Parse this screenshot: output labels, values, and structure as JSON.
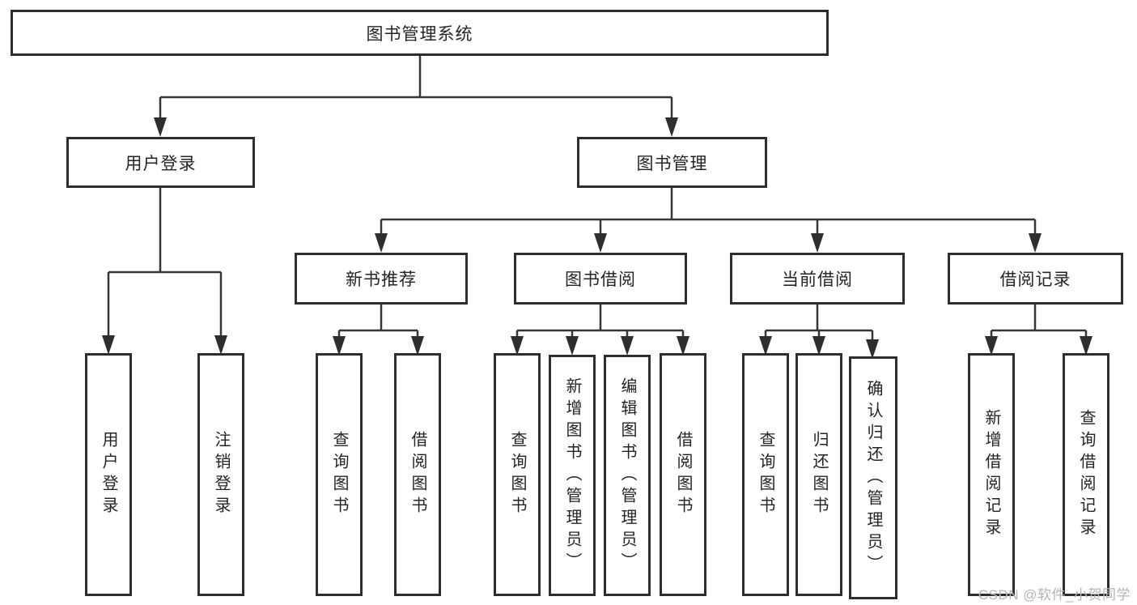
{
  "diagram_title": "图书管理系统",
  "watermark": {
    "text": "CSDN @软件_小贺同学"
  },
  "colors": {
    "line": "#363636",
    "box_border": "#2e2e2e",
    "text": "#242424",
    "background": "#ffffff",
    "watermark": "#b4b4b4"
  },
  "nodes": {
    "root": {
      "label": "图书管理系统"
    },
    "user_login": {
      "label": "用户登录"
    },
    "book_mgmt": {
      "label": "图书管理"
    },
    "new_book_rec": {
      "label": "新书推荐"
    },
    "book_borrow": {
      "label": "图书借阅"
    },
    "current_borrow": {
      "label": "当前借阅"
    },
    "borrow_record": {
      "label": "借阅记录"
    },
    "leaf_user_login": {
      "label": "用户登录"
    },
    "leaf_logout": {
      "label": "注销登录"
    },
    "leaf_nbr_query_book": {
      "label": "查询图书"
    },
    "leaf_nbr_borrow_book": {
      "label": "借阅图书"
    },
    "leaf_bb_query_book": {
      "label": "查询图书"
    },
    "leaf_bb_add_book": {
      "label": "新增图书（管理员）"
    },
    "leaf_bb_edit_book": {
      "label": "编辑图书（管理员）"
    },
    "leaf_bb_borrow_book": {
      "label": "借阅图书"
    },
    "leaf_cb_query_book": {
      "label": "查询图书"
    },
    "leaf_cb_return_book": {
      "label": "归还图书"
    },
    "leaf_cb_confirm_return": {
      "label": "确认归还（管理员）"
    },
    "leaf_br_add_record": {
      "label": "新增借阅记录"
    },
    "leaf_br_query_record": {
      "label": "查询借阅记录"
    }
  },
  "edges": [
    {
      "from": "root",
      "to": [
        "user_login",
        "book_mgmt"
      ]
    },
    {
      "from": "user_login",
      "to": [
        "leaf_user_login",
        "leaf_logout"
      ]
    },
    {
      "from": "book_mgmt",
      "to": [
        "new_book_rec",
        "book_borrow",
        "current_borrow",
        "borrow_record"
      ]
    },
    {
      "from": "new_book_rec",
      "to": [
        "leaf_nbr_query_book",
        "leaf_nbr_borrow_book"
      ]
    },
    {
      "from": "book_borrow",
      "to": [
        "leaf_bb_query_book",
        "leaf_bb_add_book",
        "leaf_bb_edit_book",
        "leaf_bb_borrow_book"
      ]
    },
    {
      "from": "current_borrow",
      "to": [
        "leaf_cb_query_book",
        "leaf_cb_return_book",
        "leaf_cb_confirm_return"
      ]
    },
    {
      "from": "borrow_record",
      "to": [
        "leaf_br_add_record",
        "leaf_br_query_record"
      ]
    }
  ]
}
